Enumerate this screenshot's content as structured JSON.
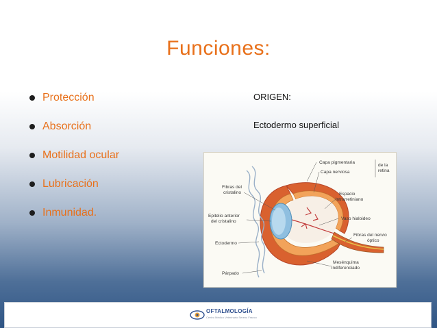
{
  "slide": {
    "title": "Funciones:",
    "bullets": [
      "Protección",
      "Absorción",
      "Motilidad ocular",
      "Lubricación",
      "Inmunidad."
    ],
    "origin_heading": "ORIGEN:",
    "origin_value": "Ectodermo superficial"
  },
  "figure": {
    "labels": {
      "capa_pigmentaria": "Capa pigmentaria",
      "capa_nerviosa": "Capa nerviosa",
      "de_la": "de la",
      "retina": "retina",
      "espacio": "Espacio",
      "intrarretiniano": "intrarretiniano",
      "vaso_hialoideo": "Vaso hialoideo",
      "fibras_nervio_1": "Fibras del nervio",
      "fibras_nervio_2": "óptico",
      "mesenquima_1": "Mesénquima",
      "mesenquima_2": "indiferenciado",
      "parpado": "Párpado",
      "ectodermo": "Ectodermo",
      "epitelio_1": "Epitelio anterior",
      "epitelio_2": "del cristalino",
      "fibras_cristalino_1": "Fibras del",
      "fibras_cristalino_2": "cristalino"
    }
  },
  "footer": {
    "logo_text": "OFTALMOLOGÍA",
    "logo_subtext": "Centro Médico Veterinario Sereno Franco"
  },
  "colors": {
    "accent": "#e8701a",
    "text": "#111111",
    "background_bottom": "#2f5585"
  },
  "icons": {
    "bullet": "bullet-dot",
    "logo": "eye-logo-icon"
  }
}
